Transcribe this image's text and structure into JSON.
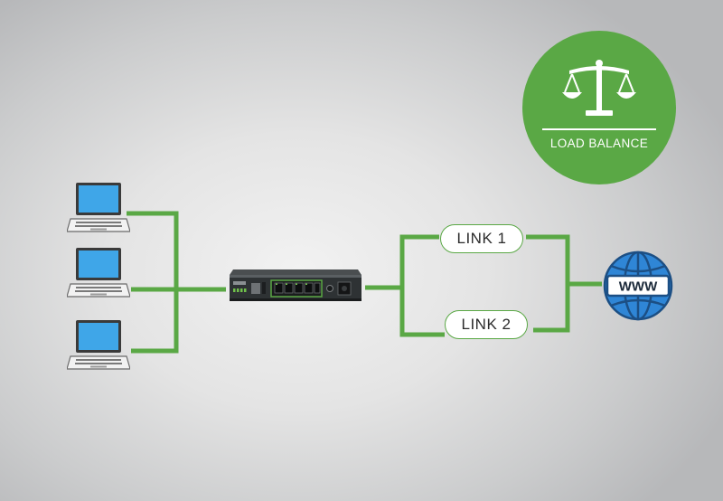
{
  "diagram": {
    "badge": {
      "label": "LOAD BALANCE",
      "icon": "scale-icon",
      "color": "#5aa845"
    },
    "links": [
      {
        "label": "LINK 1"
      },
      {
        "label": "LINK 2"
      }
    ],
    "router": {
      "icon": "router-icon"
    },
    "clients": [
      {
        "icon": "laptop-icon"
      },
      {
        "icon": "laptop-icon"
      },
      {
        "icon": "laptop-icon"
      }
    ],
    "internet": {
      "icon": "globe-icon",
      "text": "WWW"
    },
    "colors": {
      "connector": "#5aa845",
      "screen": "#3fa6e8",
      "globe": "#2f86d6"
    }
  }
}
